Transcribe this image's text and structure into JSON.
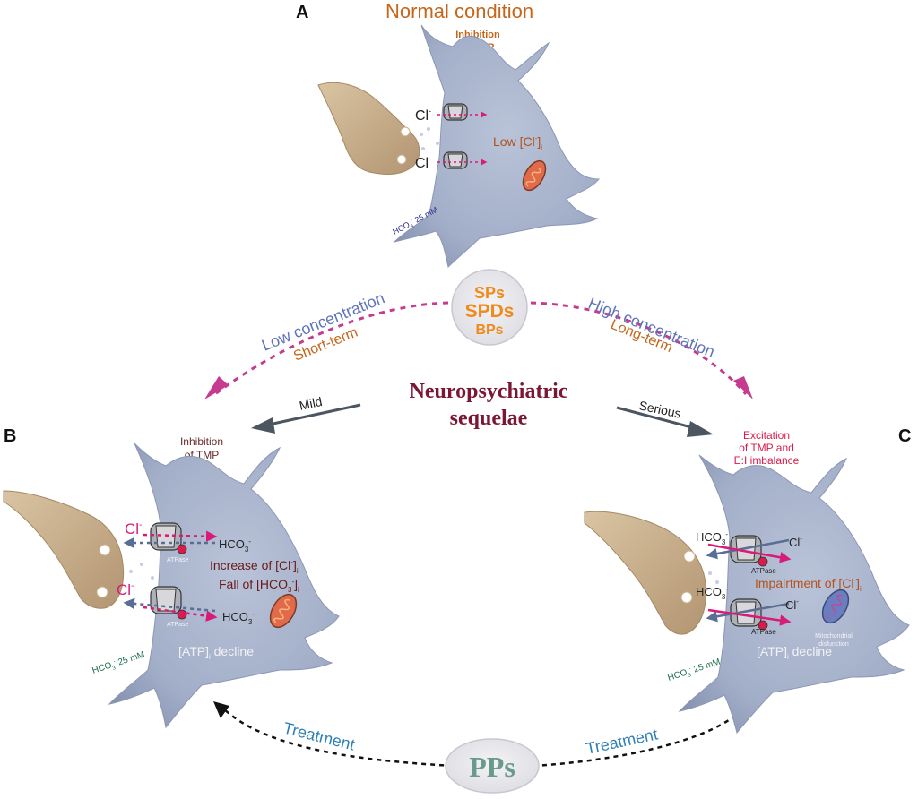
{
  "panels": {
    "a": {
      "letter": "A",
      "title": "Normal condition",
      "note_line1": "Inhibition",
      "note_line2": "of  TMP",
      "cl": "Cl",
      "cl_sup": "-",
      "low_cl": "Low [Cl",
      "low_cl_sup": "-",
      "low_cl_close": "]",
      "low_cl_sub": "i",
      "hco3_prefix": "HCO",
      "hco3_sub": "3",
      "hco3_sup": "-",
      "hco3_value": "25 mM"
    },
    "b": {
      "letter": "B",
      "note_line1": "Inhibition",
      "note_line2": "of TMP",
      "cl": "Cl",
      "cl_sup": "-",
      "hco3": "HCO",
      "hco3_sub": "3",
      "hco3_sup": "-",
      "atpase": "ATPase",
      "increase_cl": "Increase of [Cl",
      "increase_cl_sup": "-",
      "increase_cl_close": "]",
      "increase_cl_sub": "i",
      "fall_hco3": "Fall of [HCO",
      "fall_hco3_sub": "3",
      "fall_hco3_sup": "-",
      "fall_hco3_close": "]",
      "fall_hco3_sub2": "i",
      "atp": "[ATP]",
      "atp_sub": "i",
      "atp_rest": " decline",
      "hco3_ext_prefix": "HCO",
      "hco3_ext_sub": "3",
      "hco3_ext_sup": "-",
      "hco3_ext_value": "25 mM"
    },
    "c": {
      "letter": "C",
      "note_line1": "Excitation",
      "note_line2": "of TMP and",
      "note_line3": "E:I imbalance",
      "hco3": "HCO",
      "hco3_sub": "3",
      "hco3_sup": "-",
      "cl": "Cl",
      "cl_sup": "-",
      "atpase": "ATPase",
      "impairment": "Impairtment of [Cl",
      "impairment_sup": "-",
      "impairment_close": "]",
      "impairment_sub": "i",
      "mito_line1": "Mitochondrial",
      "mito_line2": "disfunction",
      "atp": "[ATP]",
      "atp_sub": "i",
      "atp_rest": " decline",
      "hco3_ext_prefix": "HCO",
      "hco3_ext_sub": "3",
      "hco3_ext_sup": "-",
      "hco3_ext_value": "25 mM"
    }
  },
  "center": {
    "pesticides_line1": "SPs",
    "pesticides_line2": "SPDs",
    "pesticides_line3": "BPs",
    "left_route_line1": "Low concentration",
    "left_route_line2": "Short-term",
    "right_route_line1": "High concentration",
    "right_route_line2": "Long-term",
    "sequelae_line1": "Neuropsychiatric",
    "sequelae_line2": "sequelae",
    "mild": "Mild",
    "serious": "Serious",
    "treatment_left": "Treatment",
    "treatment_right": "Treatment",
    "pps": "PPs"
  },
  "colors": {
    "orange": "#c5661a",
    "bright_orange": "#f08a1c",
    "neuron": "#a7b2cb",
    "neuron_edge": "#8b97b3",
    "presynaptic": "#c8b08d",
    "magenta": "#d81b78",
    "route_blue": "#6b7fc4",
    "maroon": "#7a1734",
    "teal_label": "#2f7fa0",
    "pps": "#6a9a8a"
  }
}
